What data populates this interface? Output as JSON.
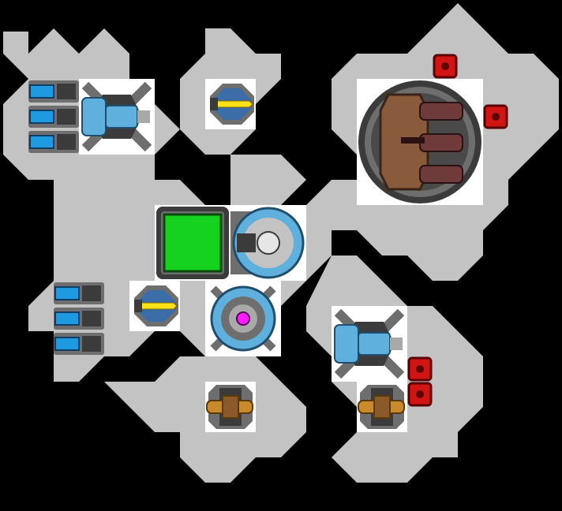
{
  "scene": {
    "title": "",
    "colors": {
      "background": "#000000",
      "hull": "#c3c3c3",
      "tile_bg": "#ffffff",
      "metal_dark": "#3b3b3b",
      "metal_mid": "#6e6e6e",
      "metal_light": "#a9a9a9",
      "coolant_blue": "#5fb0dc",
      "cell_blue": "#1e9ae0",
      "thruster_yellow": "#ffe11a",
      "shield_green": "#15d21e",
      "core_magenta": "#ff1eff",
      "wood_brown": "#8a5a3c",
      "barrel_maroon": "#6e3a3a",
      "alert_red": "#d21414",
      "copper": "#c88a2a"
    },
    "modules": [
      {
        "name": "battery-bank-left-top",
        "icon": "battery-bank-icon"
      },
      {
        "name": "cooling-reactor-top",
        "icon": "cooling-reactor-icon"
      },
      {
        "name": "thruster-top",
        "icon": "thruster-icon"
      },
      {
        "name": "triple-cannon-turret",
        "icon": "cannon-turret-icon"
      },
      {
        "name": "alert-light-1",
        "icon": "alert-light-icon"
      },
      {
        "name": "alert-light-2",
        "icon": "alert-light-icon"
      },
      {
        "name": "shield-generator",
        "icon": "shield-generator-icon"
      },
      {
        "name": "dome-sensor",
        "icon": "dome-sensor-icon"
      },
      {
        "name": "battery-bank-left-mid",
        "icon": "battery-bank-icon"
      },
      {
        "name": "thruster-mid",
        "icon": "thruster-icon"
      },
      {
        "name": "power-core",
        "icon": "power-core-icon"
      },
      {
        "name": "cooling-reactor-bottom",
        "icon": "cooling-reactor-icon"
      },
      {
        "name": "alert-light-3",
        "icon": "alert-light-icon"
      },
      {
        "name": "alert-light-4",
        "icon": "alert-light-icon"
      },
      {
        "name": "laser-emitter-left",
        "icon": "laser-emitter-icon"
      },
      {
        "name": "laser-emitter-right",
        "icon": "laser-emitter-icon"
      }
    ]
  }
}
